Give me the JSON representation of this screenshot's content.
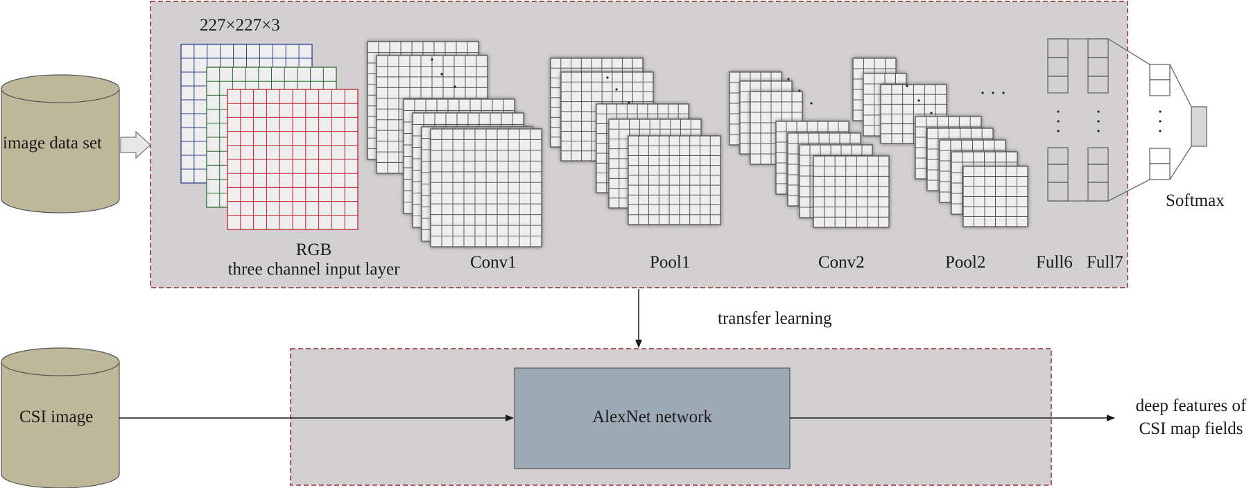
{
  "top_panel": {
    "input_size": "227×227×3",
    "input_label_line1": "RGB",
    "input_label_line2": "three channel input layer",
    "layers": {
      "conv1": "Conv1",
      "pool1": "Pool1",
      "conv2": "Conv2",
      "pool2": "Pool2",
      "full6": "Full6",
      "full7": "Full7"
    },
    "softmax": "Softmax"
  },
  "image_data_set": "image data set",
  "transfer_learning": "transfer learning",
  "csi_image": "CSI image",
  "alexnet_network": "AlexNet network",
  "output_line1": "deep features of",
  "output_line2": "CSI map fields",
  "colors": {
    "panel_fill": "#d3d0d1",
    "panel_border": "#8b2c34",
    "cylinder_fill": "#bdb899",
    "alexnet_fill": "#9daab6",
    "channel_red": "#c0242f",
    "channel_green": "#2d6a2f",
    "channel_blue": "#2d3f8f",
    "grid_line": "#555555",
    "tile_fill": "#eeeeee"
  }
}
